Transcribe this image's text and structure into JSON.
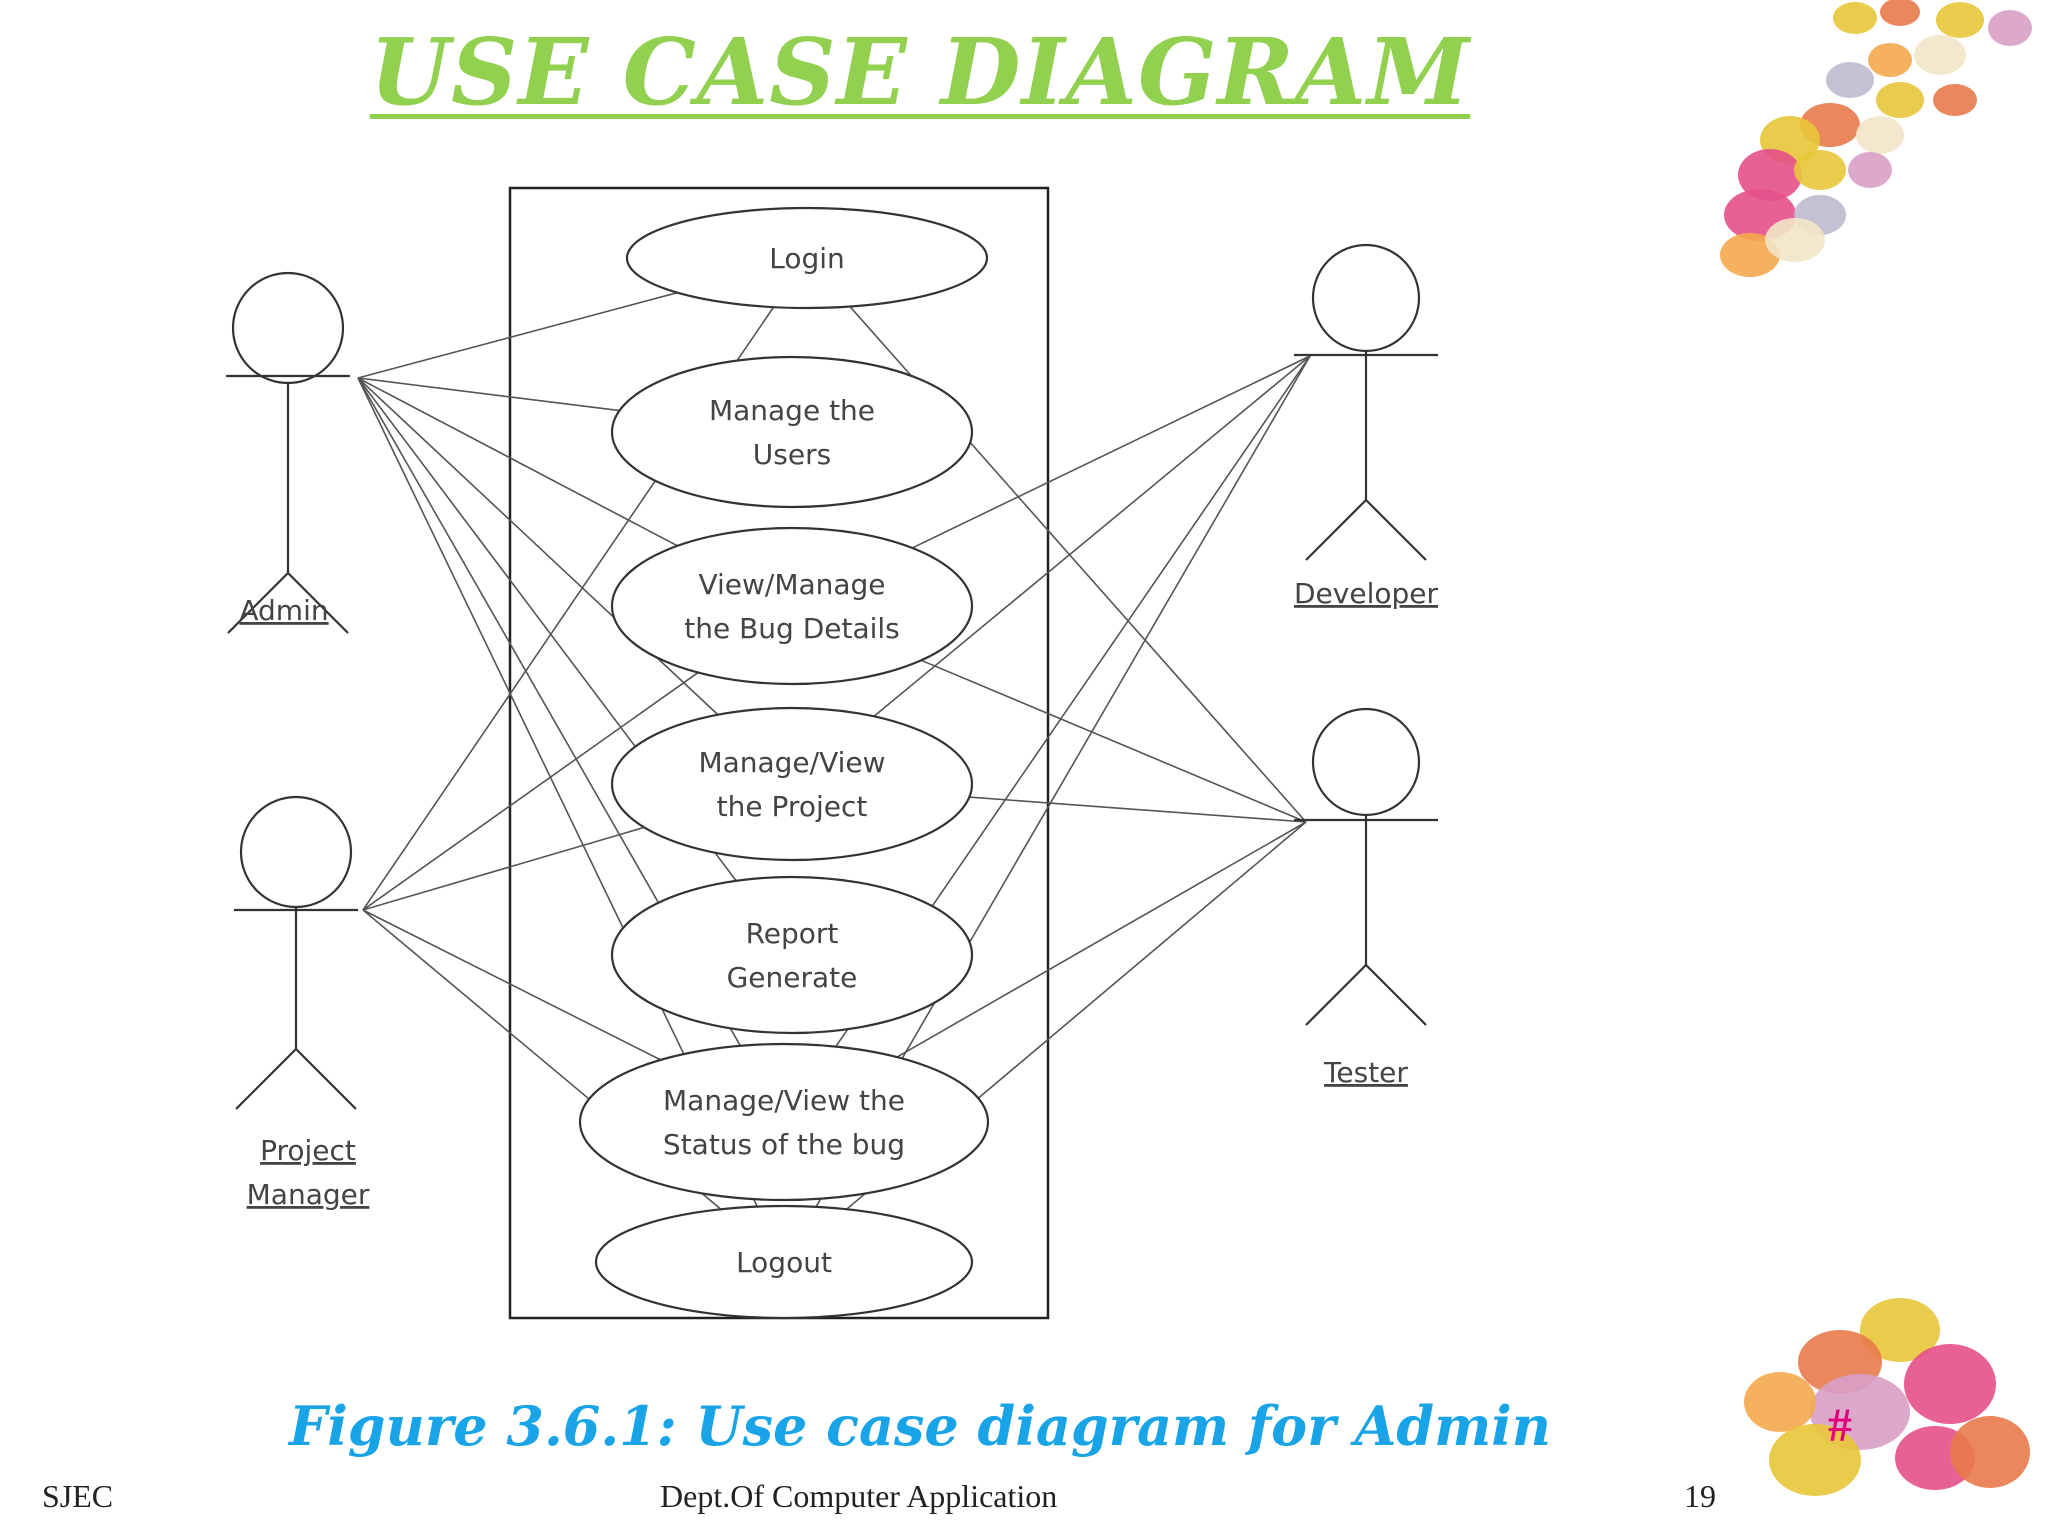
{
  "slide": {
    "title": "USE CASE DIAGRAM",
    "caption": "Figure 3.6.1: Use case diagram for Admin",
    "footer_left": "SJEC",
    "footer_center": "Dept.Of Computer Application",
    "footer_right": "19",
    "marker": "#"
  },
  "diagram": {
    "actors": [
      {
        "id": "admin",
        "lines": [
          "Admin"
        ]
      },
      {
        "id": "pm",
        "lines": [
          "Project",
          "Manager"
        ]
      },
      {
        "id": "developer",
        "lines": [
          "Developer"
        ]
      },
      {
        "id": "tester",
        "lines": [
          "Tester"
        ]
      }
    ],
    "use_cases": [
      {
        "id": "login",
        "lines": [
          "Login"
        ]
      },
      {
        "id": "users",
        "lines": [
          "Manage the",
          "Users"
        ]
      },
      {
        "id": "bug",
        "lines": [
          "View/Manage",
          "the Bug Details"
        ]
      },
      {
        "id": "project",
        "lines": [
          "Manage/View",
          "the Project"
        ]
      },
      {
        "id": "report",
        "lines": [
          "Report",
          "Generate"
        ]
      },
      {
        "id": "status",
        "lines": [
          "Manage/View the",
          "Status of the bug"
        ]
      },
      {
        "id": "logout",
        "lines": [
          "Logout"
        ]
      }
    ],
    "associations": [
      [
        "admin",
        "login"
      ],
      [
        "admin",
        "users"
      ],
      [
        "admin",
        "bug"
      ],
      [
        "admin",
        "project"
      ],
      [
        "admin",
        "report"
      ],
      [
        "admin",
        "status"
      ],
      [
        "admin",
        "logout"
      ],
      [
        "pm",
        "login"
      ],
      [
        "pm",
        "bug"
      ],
      [
        "pm",
        "project"
      ],
      [
        "pm",
        "status"
      ],
      [
        "pm",
        "logout"
      ],
      [
        "developer",
        "bug"
      ],
      [
        "developer",
        "project"
      ],
      [
        "developer",
        "status"
      ],
      [
        "developer",
        "logout"
      ],
      [
        "tester",
        "login"
      ],
      [
        "tester",
        "bug"
      ],
      [
        "tester",
        "project"
      ],
      [
        "tester",
        "status"
      ],
      [
        "tester",
        "logout"
      ]
    ]
  },
  "decor": {
    "candy_colors": [
      "#e8c638",
      "#e4508a",
      "#d8a0c8",
      "#e97a4a",
      "#c0b9d0",
      "#f2e6c8",
      "#f4a94c"
    ]
  }
}
